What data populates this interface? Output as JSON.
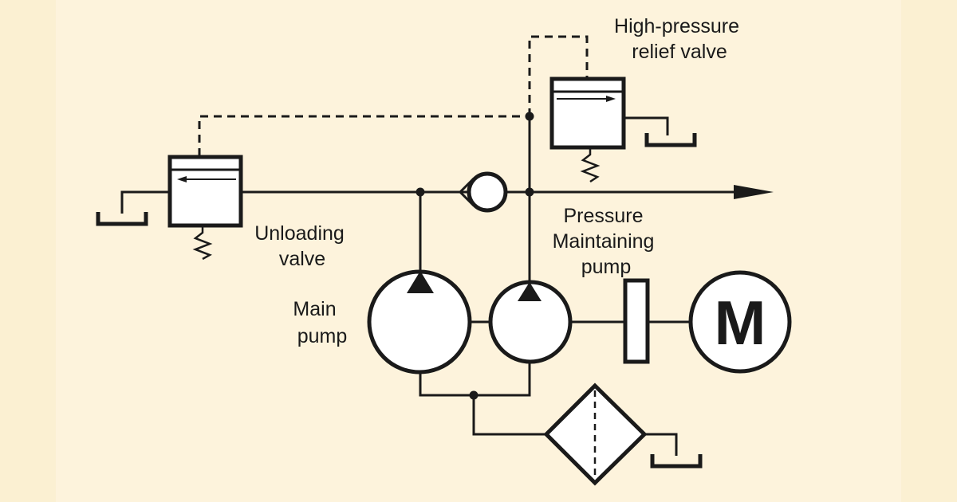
{
  "diagram": {
    "labels": {
      "high_pressure_line1": "High-pressure",
      "high_pressure_line2": "relief valve",
      "unloading_line1": "Unloading",
      "unloading_line2": "valve",
      "pressure_line1": "Pressure",
      "pressure_line2": "Maintaining",
      "pressure_line3": "pump",
      "main_line1": "Main",
      "main_line2": "pump",
      "motor_letter": "M"
    }
  },
  "colors": {
    "background": "#fbf0d2",
    "panel": "#fdf3dc",
    "stroke": "#1a1a1a",
    "fill": "#ffffff"
  }
}
